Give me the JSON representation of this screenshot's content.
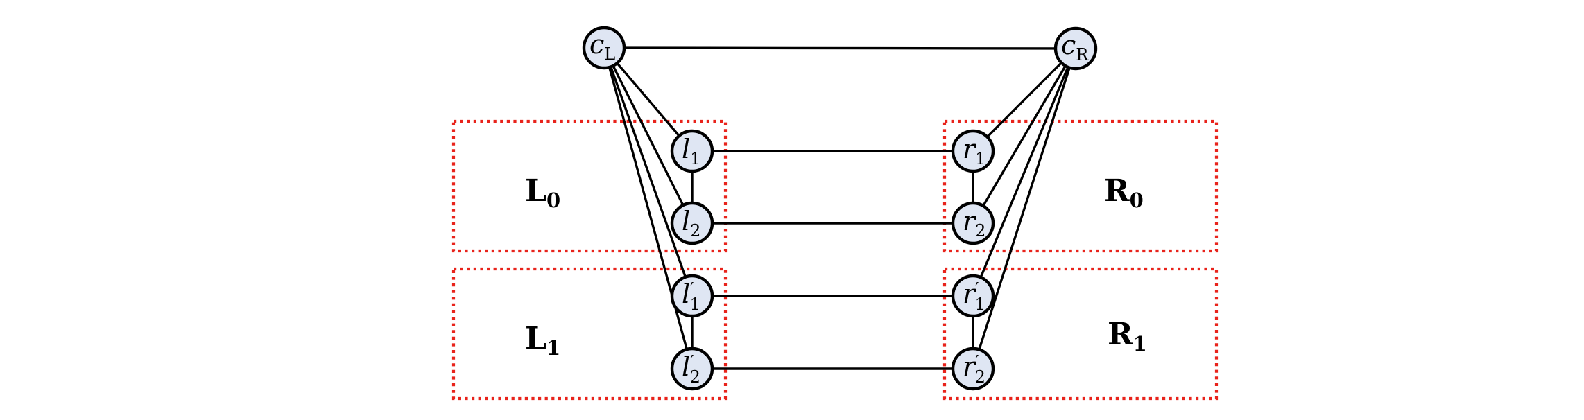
{
  "colors": {
    "node_fill": "#dfe6f3",
    "node_stroke": "#000000",
    "edge": "#000000",
    "region_border": "#e8231b"
  },
  "regions": [
    {
      "id": "L0",
      "label": "L",
      "subscript": "0"
    },
    {
      "id": "L1",
      "label": "L",
      "subscript": "1"
    },
    {
      "id": "R0",
      "label": "R",
      "subscript": "0"
    },
    {
      "id": "R1",
      "label": "R",
      "subscript": "1"
    }
  ],
  "nodes": [
    {
      "id": "cL",
      "label": "c",
      "subscript": "L",
      "prime": ""
    },
    {
      "id": "cR",
      "label": "c",
      "subscript": "R",
      "prime": ""
    },
    {
      "id": "l1",
      "label": "l",
      "subscript": "1",
      "prime": ""
    },
    {
      "id": "l2",
      "label": "l",
      "subscript": "2",
      "prime": ""
    },
    {
      "id": "l1p",
      "label": "l",
      "subscript": "1",
      "prime": "′"
    },
    {
      "id": "l2p",
      "label": "l",
      "subscript": "2",
      "prime": "′"
    },
    {
      "id": "r1",
      "label": "r",
      "subscript": "1",
      "prime": ""
    },
    {
      "id": "r2",
      "label": "r",
      "subscript": "2",
      "prime": ""
    },
    {
      "id": "r1p",
      "label": "r",
      "subscript": "1",
      "prime": "′"
    },
    {
      "id": "r2p",
      "label": "r",
      "subscript": "2",
      "prime": "′"
    }
  ],
  "edges": [
    [
      "cL",
      "cR"
    ],
    [
      "cL",
      "l1"
    ],
    [
      "cL",
      "l2"
    ],
    [
      "cL",
      "l1p"
    ],
    [
      "cL",
      "l2p"
    ],
    [
      "cR",
      "r1"
    ],
    [
      "cR",
      "r2"
    ],
    [
      "cR",
      "r1p"
    ],
    [
      "cR",
      "r2p"
    ],
    [
      "l1",
      "l2"
    ],
    [
      "l1p",
      "l2p"
    ],
    [
      "r1",
      "r2"
    ],
    [
      "r1p",
      "r2p"
    ],
    [
      "l1",
      "r1"
    ],
    [
      "l2",
      "r2"
    ],
    [
      "l1p",
      "r1p"
    ],
    [
      "l2p",
      "r2p"
    ]
  ]
}
